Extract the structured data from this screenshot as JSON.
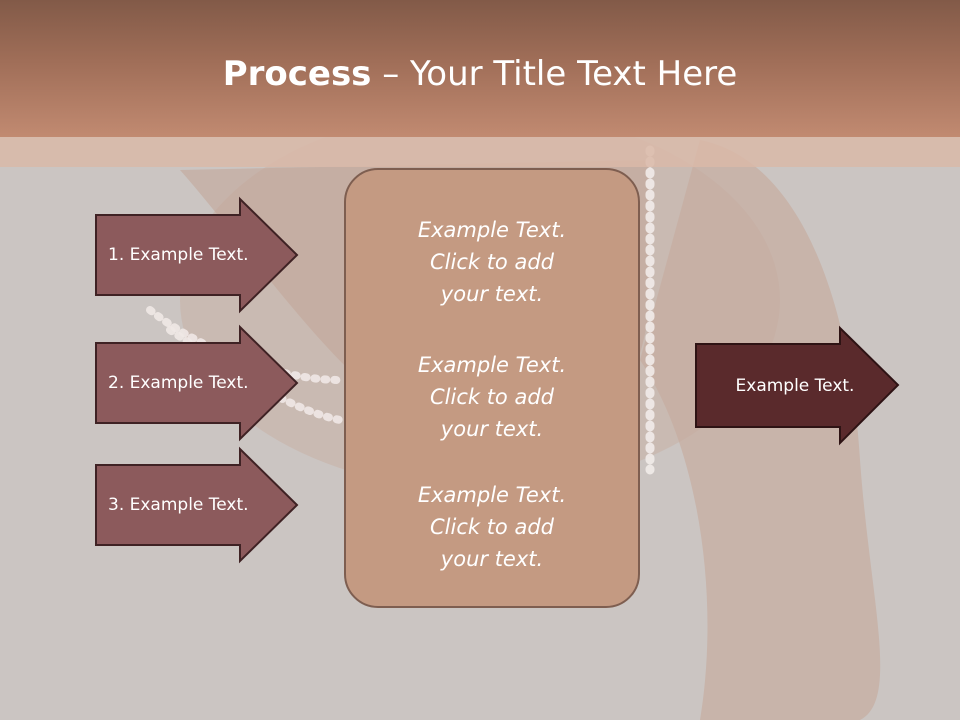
{
  "title": {
    "bold": "Process",
    "rest": " – Your Title Text Here"
  },
  "left_steps": [
    {
      "label": "1. Example Text."
    },
    {
      "label": "2. Example Text."
    },
    {
      "label": "3. Example Text."
    }
  ],
  "center_blocks": [
    {
      "line1": "Example Text.",
      "line2": "Click  to add",
      "line3": "your text."
    },
    {
      "line1": "Example Text.",
      "line2": "Click  to add",
      "line3": "your text."
    },
    {
      "line1": "Example Text.",
      "line2": "Click  to add",
      "line3": "your text."
    }
  ],
  "output": {
    "label": "Example Text."
  },
  "colors": {
    "header": "#a06e58",
    "step_arrow": "#8c5a5c",
    "output_arrow": "#5a2a2c",
    "center_box": "#c49a82"
  }
}
